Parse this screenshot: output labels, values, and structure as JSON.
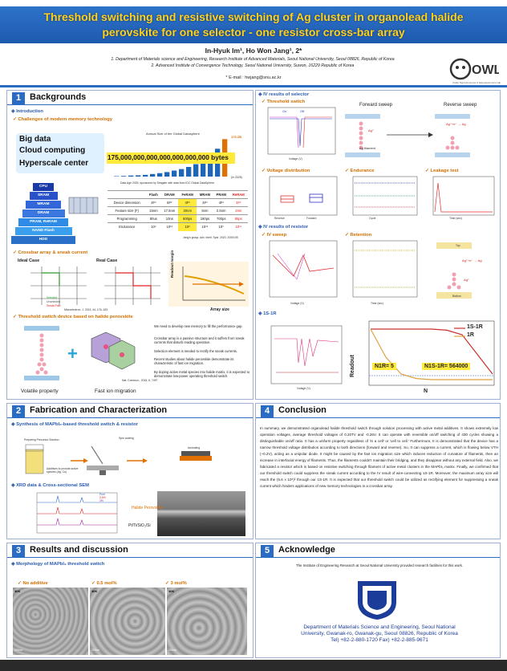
{
  "header": {
    "title_line1": "Threshold switching and resistive switching of Ag cluster in organolead halide",
    "title_line2": "perovskite for one selector - one resistor cross-bar array",
    "authors": "In-Hyuk Im¹, Ho Won Jang¹, 2*",
    "aff1": "1. Department of Materials science and Engineering, Research Institute of Advanced Materials, Seoul National University, Seoul 08826, Republic of Korea",
    "aff2": "2. Advanced Institute of Convergence Technology, Seoul National University, Suwon, 16229 Republic of Korea",
    "email": "* E-mail : hwjang@snu.ac.kr",
    "logo": "OWL",
    "logo_caption": "Oxide Nanostructures & Nanoelectronics Lab."
  },
  "sections": {
    "s1": {
      "num": "1",
      "title": "Backgrounds"
    },
    "s2": {
      "num": "2",
      "title": "Fabrication and Characterization"
    },
    "s3": {
      "num": "3",
      "title": "Results and discussion"
    },
    "s4": {
      "num": "4",
      "title": "Conclusion"
    },
    "s5": {
      "num": "5",
      "title": "Acknowledge"
    }
  },
  "backgrounds": {
    "intro": "◈ Introduction",
    "challenges": "✓ Challenges of modern memory technology",
    "big_data": "Big data",
    "cloud": "Cloud computing",
    "hyper": "Hyperscale center",
    "chart_title": "Annual Size of the Global Datasphere",
    "bytes": "175,000,000,000,000,000,000,000 bytes",
    "chart_top": "175 ZB",
    "chart_note": "(in 2025)",
    "chart_src": "Data Age 2025, sponsored by Seagate with data from IDC Global DataSphere",
    "pyramid": [
      "CPU Register",
      "SRAM",
      "MRAM",
      "DRAM",
      "PRAM, ReRAM",
      "NAND Flash",
      "HDD"
    ],
    "table_head": [
      "",
      "Flash",
      "DRAM",
      "FeRAM",
      "MRAM",
      "PRAM",
      "ReRAM"
    ],
    "table_rows": [
      [
        "Device dimension",
        "4F²",
        "6F²",
        "4F²",
        "4F²",
        "4F²",
        "4F²"
      ],
      [
        "Feature size (F)",
        "15nm",
        "17.5nm",
        "20nm",
        "5nm",
        "2.5nm",
        "2nm"
      ],
      [
        "Programming",
        "80us",
        "10ns",
        "600ps",
        "190ps",
        "700ps",
        "85ps"
      ],
      [
        "Endurance",
        "10⁵",
        "10¹⁶",
        "10⁸",
        "10¹⁵",
        "10⁹",
        "10¹²"
      ]
    ],
    "table_ref": "Jang's group, Adv. Intell. Syst. 2020, 2000105",
    "crossbar": "✓ Crossbar array & sneak current",
    "ideal": "Ideal Case",
    "real": "Real Case",
    "legend": [
      "Selected",
      "Unselected",
      "Sneak Path"
    ],
    "ref1": "Microelectron. J. 2013, 44, 176–183",
    "readout": "Readout margin",
    "array_size": "Array size",
    "ts_device": "✓ Threshold switch device based on halide perovskite",
    "volatile": "Volatile property",
    "fast_ion": "Fast ion migration",
    "ref2": "Nat. Commun., 2015, 6, 7497",
    "bullets": [
      "We need to develop new memory to fill the performance gap.",
      "Crossbar array is a passive structure and it suffers from sneak currents that disturb reading operation.",
      "Selection element is needed to rectify the sneak currents.",
      "Recent studies about halide perovskite demonstrate its characteristic of fast ion migration.",
      "By doping active metal species into halide matrix, it is expected to demonstrate low-power operating threshold switch."
    ]
  },
  "fabrication": {
    "synth": "◈ Synthesis of MAPbI₃-based threshold switch & resistor",
    "prep": "Preparing Precursor Solution",
    "spin": "Spin coating",
    "anneal": "Annealing",
    "additives": "Additives to provide active species (Ag, Cu)",
    "xrd": "◈ XRD data & Cross-sectional SEM",
    "halide": "Halide Perovskite",
    "stack": "Pt/Ti/SiO₂/Si",
    "xrd_legend": [
      "Pure",
      "0.5%",
      "3%"
    ]
  },
  "results": {
    "morph": "◈ Morphology of MAPbI₃ threshold switch",
    "labels": [
      "✓ No additive",
      "✓ 0.5 mol%",
      "✓ 3 mol%"
    ],
    "mag": "30K",
    "scale": "200nm"
  },
  "right": {
    "iv_sel": "◈ IV results of selector",
    "ts": "✓ Threshold switch",
    "forward": "Forward sweep",
    "reverse": "Reverse sweep",
    "on": "On",
    "off": "Off",
    "ag_filament": "Ag filament",
    "ag_ion": "Ag⁺",
    "ag_red": "Ag⁺+e⁻ → Ag",
    "vdist": "✓ Voltage distribution",
    "endurance": "✓ Endurance",
    "leakage": "✓ Leakage test",
    "iv_res": "◈ IV results of resistor",
    "iv_sweep": "✓ IV sweep",
    "retention": "✓ Retention",
    "top": "Top",
    "bottom": "Bottom",
    "onesr": "◈ 1S-1R",
    "leg_1s1r": "1S-1R",
    "leg_1r": "1R",
    "n1r": "N1R= 5",
    "n1s1r": "N1S-1R= 564000",
    "readout": "Readout",
    "n_axis": "N",
    "dist_x": [
      "Reverse",
      "Forward"
    ],
    "voltage": "Voltage (V)",
    "current": "Current (A)",
    "cycle": "Cycle",
    "time": "Time (sec)"
  },
  "conclusion": "In summary, we demonstrated organolead halide threshold switch through solution processing with active metal additives. It shows extremely low operation voltages, average threshold voltages of 0.20TV and -0.26V. It can operate with reversible on/off switching of 430 cycles showing a distinguishable on/off ratio. It has a uniform property regardless of 'in a cell' or 'cell to cell.' Furthermore, It is demonstrated that the device has a narrow threshold voltage distribution according to both directions (forward and reverse). So, It can suppress a current, which is flowing below VTH (~0.2V), acting as a unipolar diode. It might be caused by the fast ion migration size which induces reduction of curvature of filaments, then an increase in interfacial energy of filaments. Thus, the filaments couldn't maintain their bridging, and they disappear without any external field. Also, we fabricated a resistor which is based on resistive switching through filament of active metal clusters in the MAPbI₃ matrix. Finally, we confirmed that our threshold switch could suppress the sneak current according to the IV result of wire-connecting 1S-1R. Moreover, the maximum array size will reach the (5.6 x 10⁵)² through our 1S-1R. It is expected that our threshold switch could be utilized as rectifying element for suppressing a sneak current which hinders applications of new memory technologies in a crossbar array.",
  "acknowledge": "The Institute of Engineering Research at Seoul National University provided research facilities for this work.",
  "dept": {
    "l1": "Department of Materials Science and Engineering, Seoul National",
    "l2": "University, Gwanak-ro, Gwanak-gu, Seoul 08826, Republic of Korea",
    "l3": "Tel) +82-2-880-1720 Fax) +82-2-885-9671"
  },
  "chart_data": [
    {
      "type": "bar",
      "title": "Annual Size of the Global Datasphere",
      "categories": [
        "2010",
        "2011",
        "2012",
        "2013",
        "2014",
        "2015",
        "2016",
        "2017",
        "2018",
        "2019",
        "2020",
        "2021",
        "2022",
        "2023",
        "2024",
        "2025"
      ],
      "values": [
        2,
        3,
        5,
        6,
        8,
        12,
        16,
        21,
        28,
        35,
        45,
        58,
        73,
        95,
        130,
        175
      ],
      "ylim": [
        0,
        180
      ]
    },
    {
      "type": "line",
      "title": "Readout",
      "xlabel": "N",
      "series": [
        {
          "name": "1S-1R",
          "values": [
            1,
            1,
            1,
            1,
            1,
            0.98,
            0.9,
            0.55,
            0.2
          ]
        },
        {
          "name": "1R",
          "values": [
            1,
            0.5,
            0.2,
            0.12,
            0.1,
            0.1,
            0.1,
            0.1,
            0.1
          ]
        }
      ],
      "x": [
        1,
        10,
        100,
        1000,
        10000,
        100000,
        1000000,
        10000000,
        100000000
      ]
    }
  ],
  "colors": {
    "accent": "#2a6bc4",
    "title": "#ffd21a",
    "highlight": "#ffe93a",
    "red": "#e02020"
  }
}
